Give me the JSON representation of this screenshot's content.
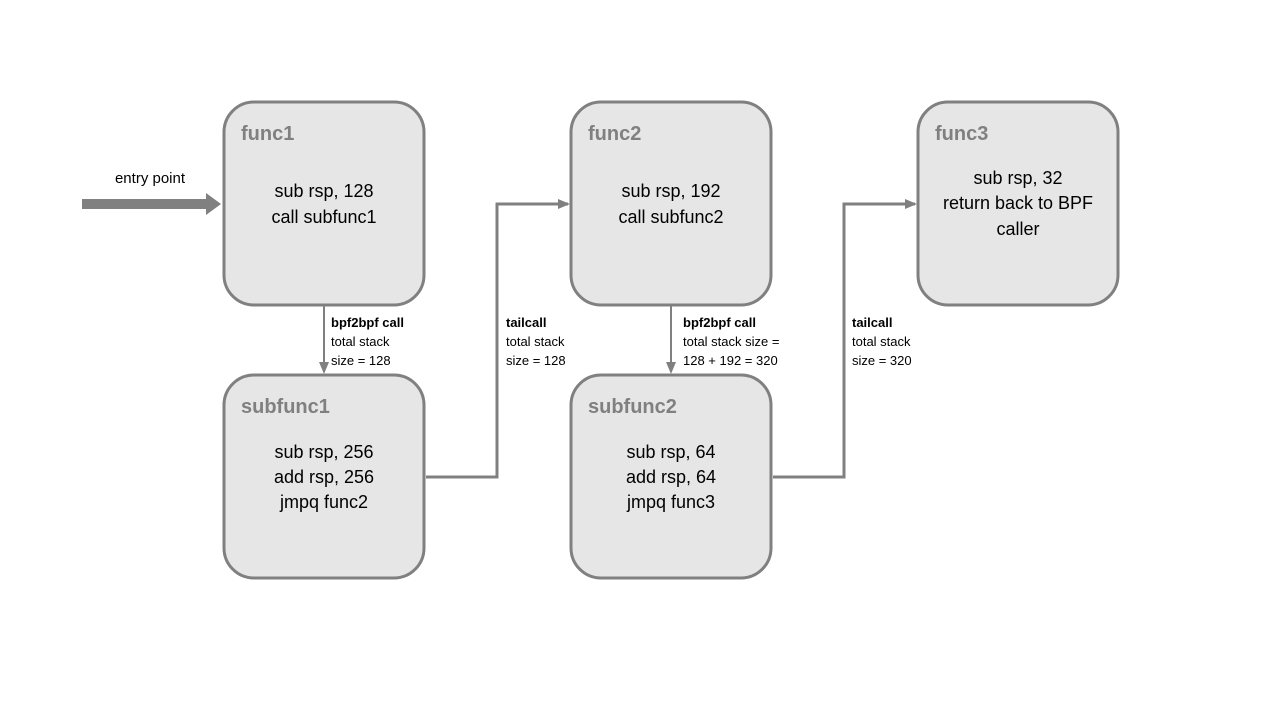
{
  "colors": {
    "box_fill": "#e6e6e6",
    "box_stroke": "#808080",
    "arrow": "#808080",
    "title_text": "#808080",
    "body_text": "#000000"
  },
  "entry_point": {
    "label": "entry point"
  },
  "nodes": [
    {
      "id": "func1",
      "title": "func1",
      "lines": [
        "sub rsp, 128",
        "call subfunc1"
      ]
    },
    {
      "id": "subfunc1",
      "title": "subfunc1",
      "lines": [
        "sub rsp, 256",
        "add rsp, 256",
        "jmpq func2"
      ]
    },
    {
      "id": "func2",
      "title": "func2",
      "lines": [
        "sub rsp, 192",
        "call subfunc2"
      ]
    },
    {
      "id": "subfunc2",
      "title": "subfunc2",
      "lines": [
        "sub rsp, 64",
        "add rsp, 64",
        "jmpq func3"
      ]
    },
    {
      "id": "func3",
      "title": "func3",
      "lines": [
        "sub rsp, 32",
        "return back to BPF",
        "caller"
      ]
    }
  ],
  "edges": [
    {
      "id": "func1-to-subfunc1",
      "from": "func1",
      "to": "subfunc1",
      "heading": "bpf2bpf call",
      "lines": [
        "total stack",
        "size = 128"
      ]
    },
    {
      "id": "subfunc1-to-func2",
      "from": "subfunc1",
      "to": "func2",
      "heading": "tailcall",
      "lines": [
        "total stack",
        "size = 128"
      ]
    },
    {
      "id": "func2-to-subfunc2",
      "from": "func2",
      "to": "subfunc2",
      "heading": "bpf2bpf call",
      "lines": [
        "total stack size =",
        "128 + 192 = 320"
      ]
    },
    {
      "id": "subfunc2-to-func3",
      "from": "subfunc2",
      "to": "func3",
      "heading": "tailcall",
      "lines": [
        "total stack",
        "size = 320"
      ]
    }
  ]
}
